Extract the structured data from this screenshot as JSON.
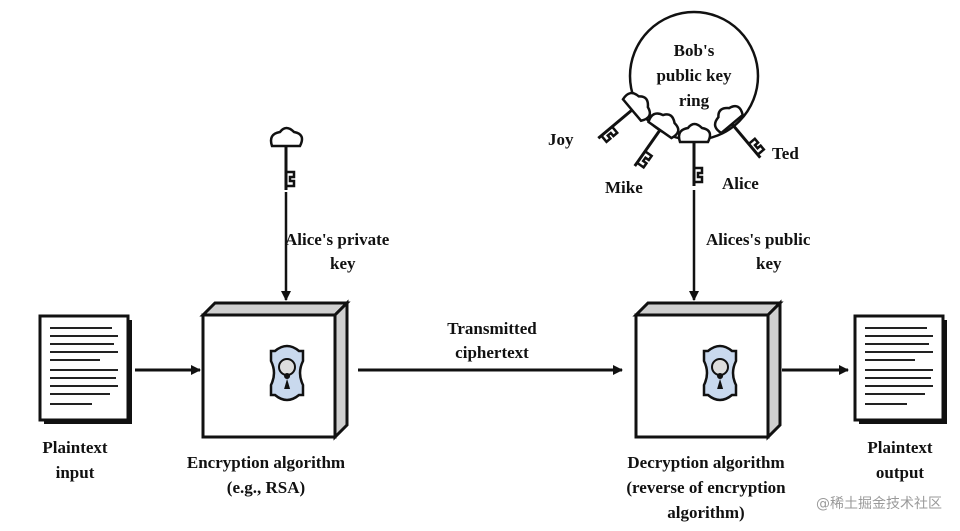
{
  "plaintext_input": [
    "Plaintext",
    "input"
  ],
  "plaintext_output": [
    "Plaintext",
    "output"
  ],
  "encryption": {
    "lines": [
      "Encryption algorithm",
      "(e.g., RSA)"
    ]
  },
  "decryption": {
    "lines": [
      "Decryption algorithm",
      "(reverse of encryption",
      "algorithm)"
    ]
  },
  "transmitted": [
    "Transmitted",
    "ciphertext"
  ],
  "private_key": [
    "Alice's private",
    "key"
  ],
  "public_key": [
    "Alices's public",
    "key"
  ],
  "key_ring": {
    "title": [
      "Bob's",
      "public key",
      "ring"
    ],
    "keys": [
      "Joy",
      "Mike",
      "Alice",
      "Ted"
    ]
  },
  "watermark": "@稀土掘金技术社区",
  "colors": {
    "lock_plate": "#c9d9ee",
    "box_side": "#cfcfcf",
    "stroke": "#111111"
  }
}
